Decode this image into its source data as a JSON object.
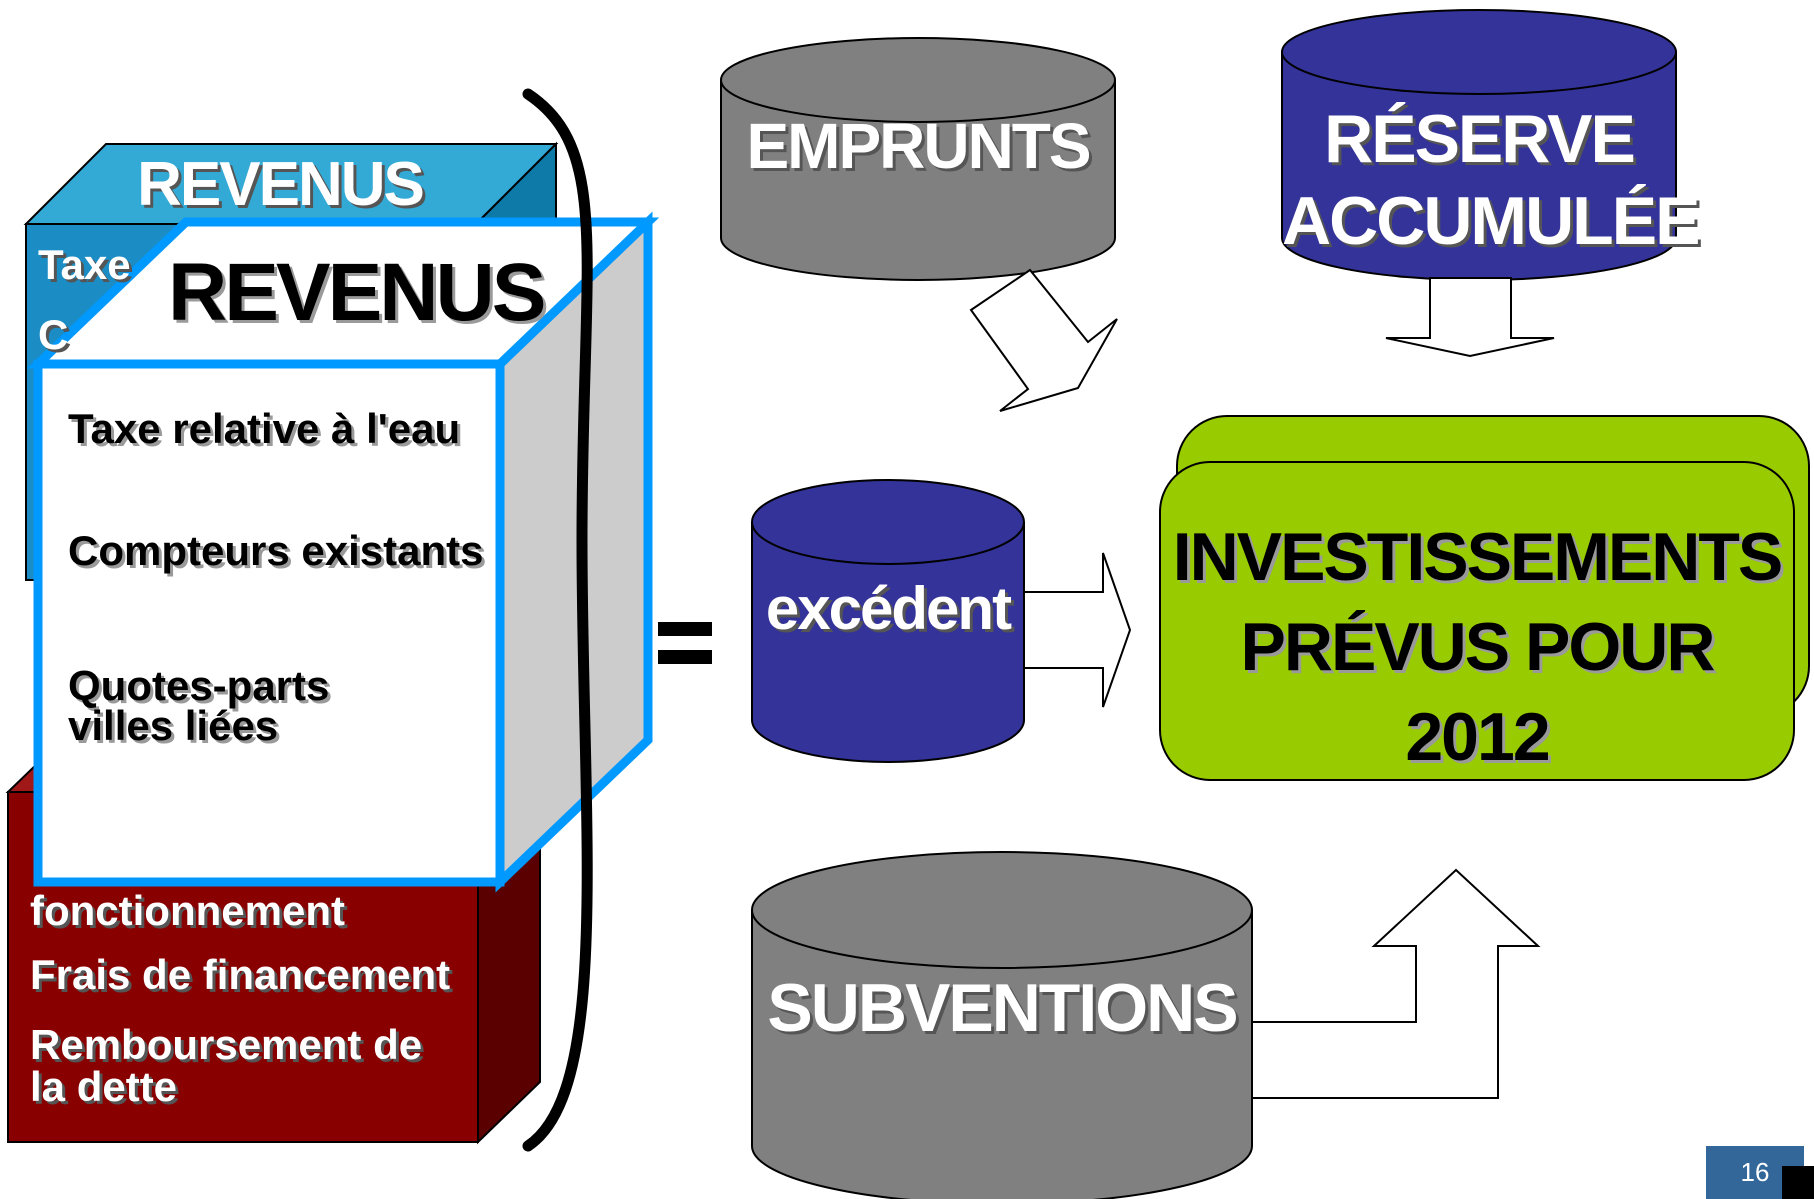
{
  "revenus_back": {
    "title": "REVENUS",
    "partial_lines": [
      "Taxe",
      "C"
    ]
  },
  "revenus_front": {
    "title": "REVENUS",
    "items": [
      "Taxe relative à l'eau",
      "Compteurs existants",
      "Quotes-parts\nvilles liées"
    ]
  },
  "depenses": {
    "items": [
      "fonctionnement",
      "Frais de financement",
      "Remboursement de\nla dette"
    ]
  },
  "equals_sign": "=",
  "sources": {
    "emprunts": "EMPRUNTS",
    "reserve": "RÉSERVE\nACCUMULÉE",
    "excedent": "excédent",
    "subventions": "SUBVENTIONS"
  },
  "investissements": "INVESTISSEMENTS\nPRÉVUS POUR\n2012",
  "page_number": "16",
  "colors": {
    "revenus_back_top": "#33aad6",
    "revenus_back_face": "#1c8cc4",
    "revenus_front_border": "#0099ff",
    "depenses_face": "#880000",
    "cylinder_gray": "#808080",
    "cylinder_navy": "#333399",
    "invest_green": "#99cc00"
  }
}
